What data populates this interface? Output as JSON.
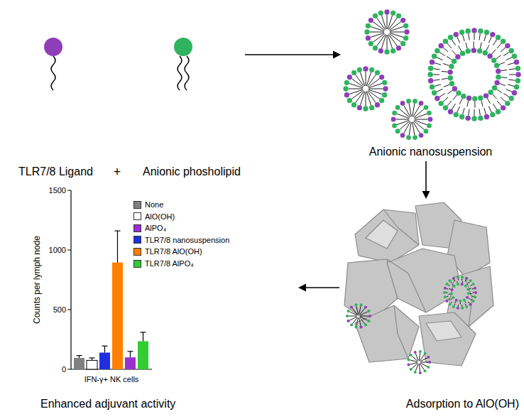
{
  "diagram": {
    "nodes": [
      {
        "text": [
          "TLR7/8 Ligand"
        ]
      },
      {
        "text": [
          "Anionic phosholipid"
        ]
      },
      {
        "text": [
          "Anionic nanosuspension"
        ]
      },
      {
        "text": [
          "Adsorption to AlO(OH)"
        ]
      },
      {
        "text": [
          "Enhanced adjuvant activity"
        ]
      }
    ],
    "edges": [
      {
        "from": 1,
        "to": 2,
        "arrow": "to"
      },
      {
        "from": 2,
        "to": 3,
        "arrow": "to"
      },
      {
        "from": 3,
        "to": 4,
        "arrow": "to"
      }
    ],
    "labels": [
      "+",
      "1500",
      "1000",
      "500",
      "0",
      "Counts per lymph node",
      "IFN-γ+ NK cells"
    ],
    "legend": [
      {
        "text": "None",
        "color": "#808080"
      },
      {
        "text": "AlO(OH)",
        "color": "#ffffff"
      },
      {
        "text": "AlPO₄",
        "color": "#9b30d0"
      },
      {
        "text": "TLR7/8 nanosuspension",
        "color": "#1f2fe0"
      },
      {
        "text": "TLR7/8 AlO(OH)",
        "color": "#ff8000"
      },
      {
        "text": "TLR7/8 AlPO₄",
        "color": "#33cc33"
      }
    ]
  }
}
